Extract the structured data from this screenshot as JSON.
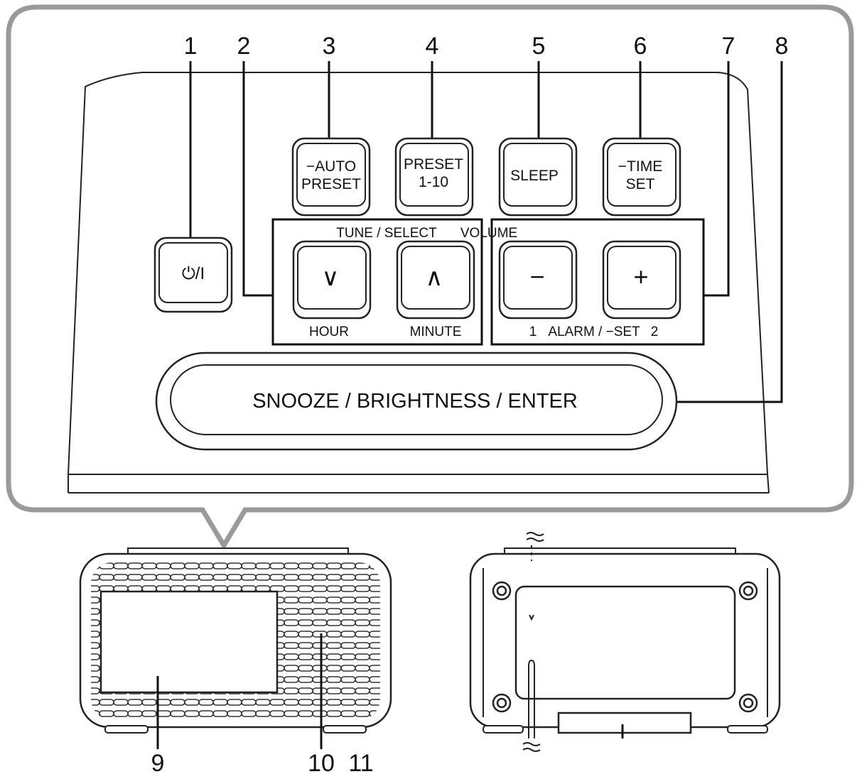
{
  "callouts": {
    "c1": "1",
    "c2": "2",
    "c3": "3",
    "c4": "4",
    "c5": "5",
    "c6": "6",
    "c7": "7",
    "c8": "8",
    "c9": "9",
    "c10": "10",
    "c11": "11"
  },
  "buttons": {
    "power": "⏻/I",
    "auto_preset": {
      "line1": "−AUTO",
      "line2": "PRESET"
    },
    "preset": {
      "line1": "PRESET",
      "line2": "1-10"
    },
    "sleep": "SLEEP",
    "time_set": {
      "line1": "−TIME",
      "line2": "SET"
    },
    "tune_down": "∨",
    "tune_up": "∧",
    "vol_down": "−",
    "vol_up": "+",
    "snooze": "SNOOZE / BRIGHTNESS / ENTER"
  },
  "group_labels": {
    "tune_select": "TUNE / SELECT",
    "volume": "VOLUME",
    "hour": "HOUR",
    "minute": "MINUTE",
    "alarm_1": "1",
    "alarm_set": "ALARM / −SET",
    "alarm_2": "2"
  }
}
